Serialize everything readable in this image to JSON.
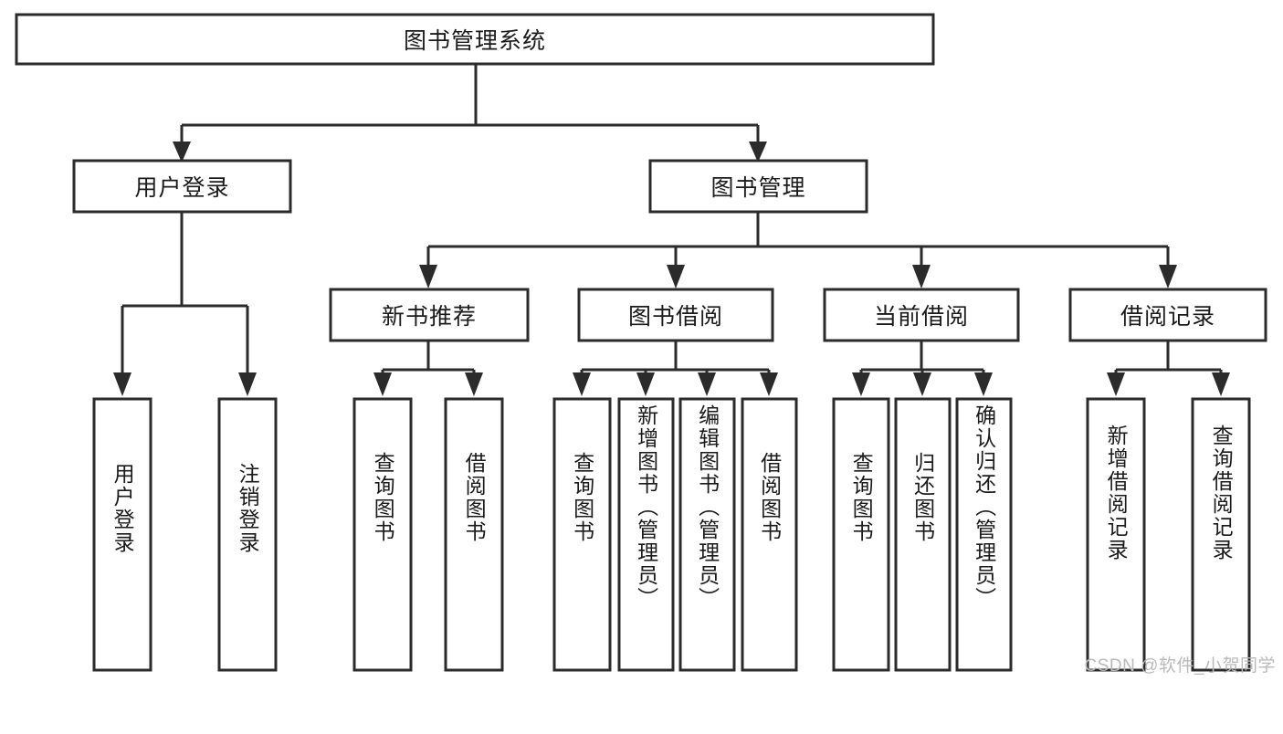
{
  "diagram": {
    "type": "tree-hierarchy",
    "root": {
      "id": "root",
      "label": "图书管理系统"
    },
    "level2": [
      {
        "id": "user-login",
        "label": "用户登录"
      },
      {
        "id": "book-management",
        "label": "图书管理"
      }
    ],
    "level3": [
      {
        "id": "new-book-recommend",
        "label": "新书推荐"
      },
      {
        "id": "book-borrow",
        "label": "图书借阅"
      },
      {
        "id": "current-borrow",
        "label": "当前借阅"
      },
      {
        "id": "borrow-record",
        "label": "借阅记录"
      }
    ],
    "leaves": {
      "user_login": [
        {
          "id": "leaf-user-login",
          "label": "用户登录"
        },
        {
          "id": "leaf-logout-login",
          "label": "注销登录"
        }
      ],
      "new_book_recommend": [
        {
          "id": "leaf-query-book-1",
          "label": "查询图书"
        },
        {
          "id": "leaf-borrow-book-1",
          "label": "借阅图书"
        }
      ],
      "book_borrow": [
        {
          "id": "leaf-query-book-2",
          "label": "查询图书"
        },
        {
          "id": "leaf-add-book",
          "label": "新增图书（管理员）"
        },
        {
          "id": "leaf-edit-book",
          "label": "编辑图书（管理员）"
        },
        {
          "id": "leaf-borrow-book-2",
          "label": "借阅图书"
        }
      ],
      "current_borrow": [
        {
          "id": "leaf-query-book-3",
          "label": "查询图书"
        },
        {
          "id": "leaf-return-book",
          "label": "归还图书"
        },
        {
          "id": "leaf-confirm-return",
          "label": "确认归还（管理员）"
        }
      ],
      "borrow_record": [
        {
          "id": "leaf-add-borrow-record",
          "label": "新增借阅记录"
        },
        {
          "id": "leaf-query-borrow-record",
          "label": "查询借阅记录"
        }
      ]
    }
  },
  "watermark": {
    "text": "CSDN @软件_小贺同学"
  },
  "colors": {
    "stroke": "#2b2b2b",
    "fill": "#ffffff",
    "text": "#1a1a1a",
    "watermark": "#b9b9b9"
  }
}
